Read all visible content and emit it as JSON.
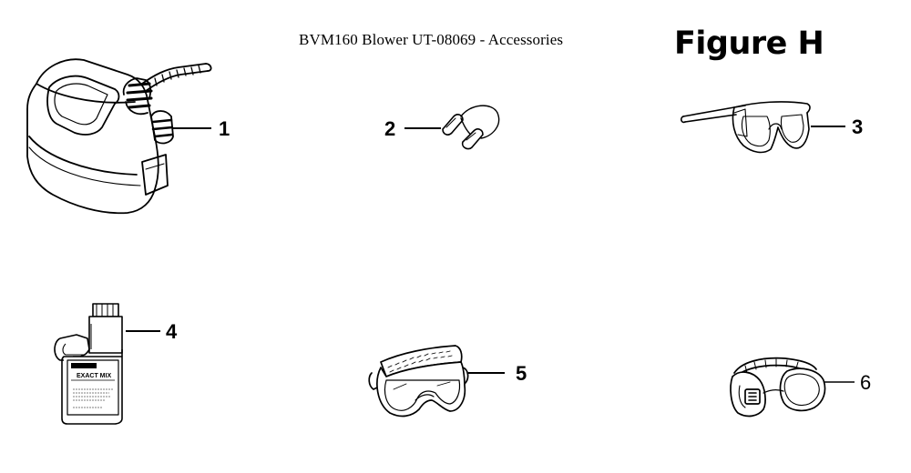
{
  "header": {
    "title": "BVM160 Blower UT-08069 - Accessories",
    "figure_label": "Figure H"
  },
  "parts": [
    {
      "callout": "1",
      "icon": "fuel-can-icon"
    },
    {
      "callout": "2",
      "icon": "ear-plugs-icon"
    },
    {
      "callout": "3",
      "icon": "safety-glasses-icon"
    },
    {
      "callout": "4",
      "icon": "oil-bottle-icon"
    },
    {
      "callout": "5",
      "icon": "goggles-icon"
    },
    {
      "callout": "6",
      "icon": "ear-muffs-icon"
    }
  ],
  "bottle_label": {
    "brand": "EXACT MIX"
  },
  "colors": {
    "line": "#000000",
    "background": "#ffffff"
  }
}
